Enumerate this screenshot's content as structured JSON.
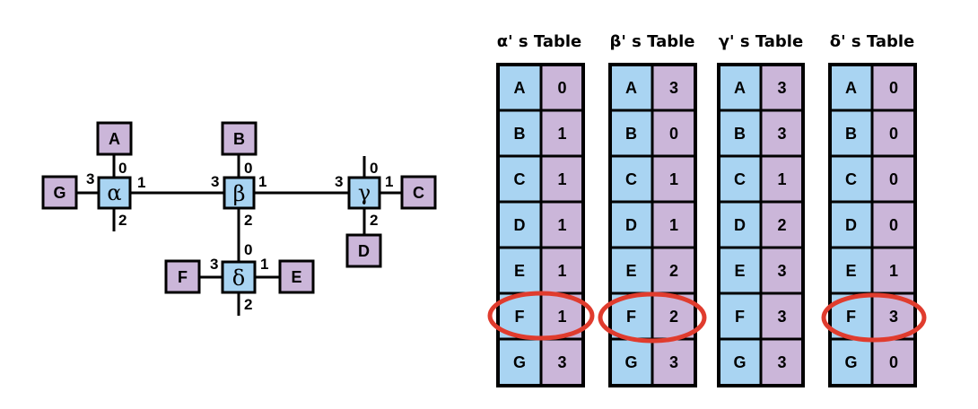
{
  "topology": {
    "switches": [
      {
        "id": "alpha",
        "label": "α"
      },
      {
        "id": "beta",
        "label": "β"
      },
      {
        "id": "gamma",
        "label": "γ"
      },
      {
        "id": "delta",
        "label": "δ"
      }
    ],
    "hosts": [
      "A",
      "B",
      "C",
      "D",
      "E",
      "F",
      "G"
    ],
    "ports": {
      "alpha": {
        "up": "0",
        "right": "1",
        "down": "2",
        "left": "3"
      },
      "beta": {
        "up": "0",
        "right": "1",
        "down": "2",
        "left": "3"
      },
      "gamma": {
        "up": "0",
        "right": "1",
        "down": "2",
        "left": "3"
      },
      "delta": {
        "up": "0",
        "right": "1",
        "down": "2",
        "left": "3"
      }
    }
  },
  "tables": [
    {
      "title": "α' s Table",
      "rows": [
        [
          "A",
          "0"
        ],
        [
          "B",
          "1"
        ],
        [
          "C",
          "1"
        ],
        [
          "D",
          "1"
        ],
        [
          "E",
          "1"
        ],
        [
          "F",
          "1"
        ],
        [
          "G",
          "3"
        ]
      ],
      "highlight_row": 5
    },
    {
      "title": "β' s Table",
      "rows": [
        [
          "A",
          "3"
        ],
        [
          "B",
          "0"
        ],
        [
          "C",
          "1"
        ],
        [
          "D",
          "1"
        ],
        [
          "E",
          "2"
        ],
        [
          "F",
          "2"
        ],
        [
          "G",
          "3"
        ]
      ],
      "highlight_row": 5
    },
    {
      "title": "γ' s Table",
      "rows": [
        [
          "A",
          "3"
        ],
        [
          "B",
          "3"
        ],
        [
          "C",
          "1"
        ],
        [
          "D",
          "2"
        ],
        [
          "E",
          "3"
        ],
        [
          "F",
          "3"
        ],
        [
          "G",
          "3"
        ]
      ],
      "highlight_row": null
    },
    {
      "title": "δ' s Table",
      "rows": [
        [
          "A",
          "0"
        ],
        [
          "B",
          "0"
        ],
        [
          "C",
          "0"
        ],
        [
          "D",
          "0"
        ],
        [
          "E",
          "1"
        ],
        [
          "F",
          "3"
        ],
        [
          "G",
          "0"
        ]
      ],
      "highlight_row": 5
    }
  ],
  "colors": {
    "switch_fill": "#a9d4f2",
    "host_fill": "#cbb6d9",
    "highlight": "#e03c2e"
  }
}
